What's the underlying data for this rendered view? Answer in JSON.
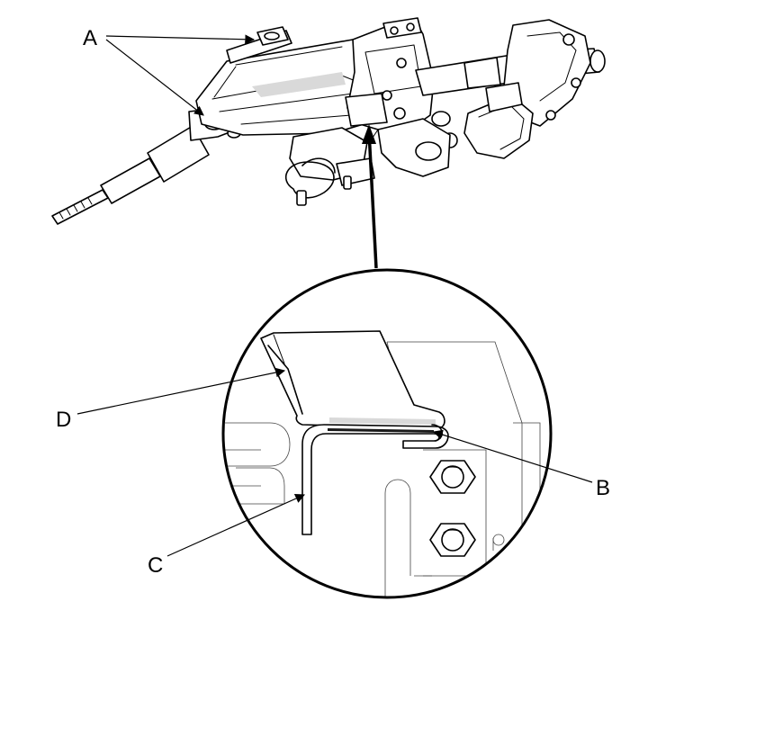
{
  "labels": {
    "A": "A",
    "B": "B",
    "C": "C",
    "D": "D"
  },
  "colors": {
    "line": "#000000",
    "background": "#ffffff",
    "shade": "#d9d9d9"
  }
}
